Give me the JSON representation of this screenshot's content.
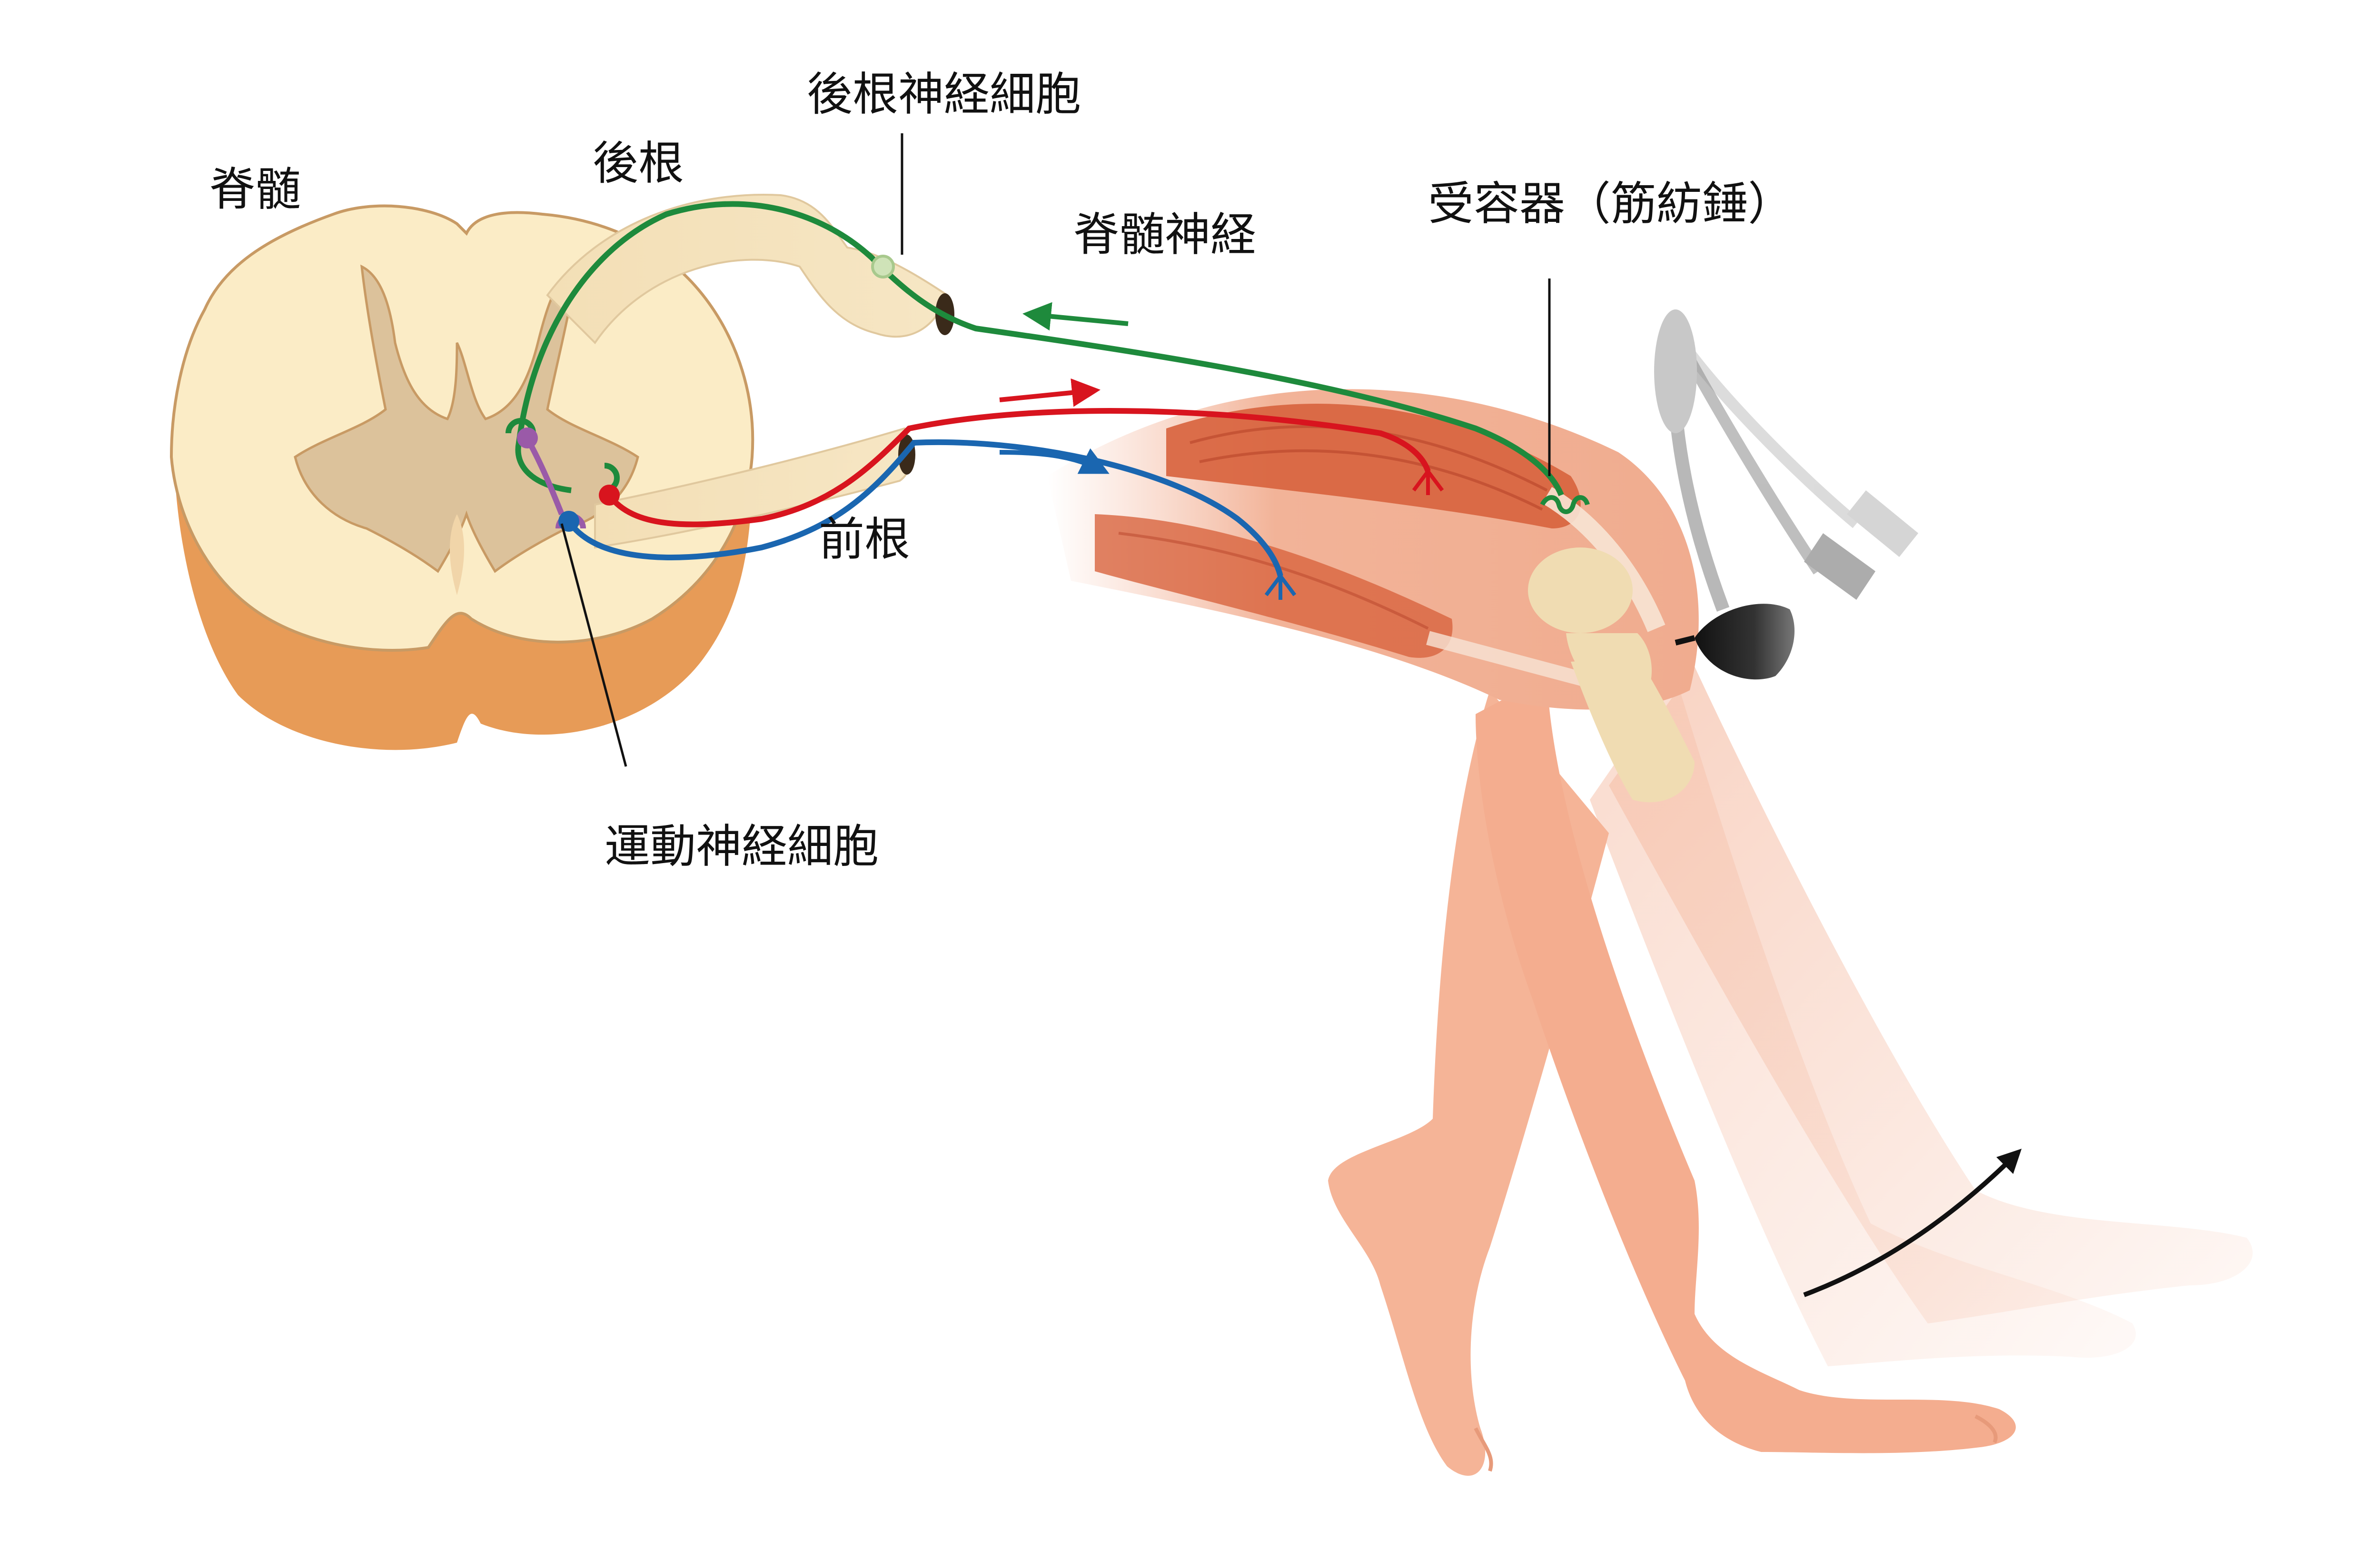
{
  "labels": {
    "spinal_cord": "脊髄",
    "dorsal_root": "後根",
    "dorsal_root_ganglion": "後根神経細胞",
    "spinal_nerve": "脊髄神経",
    "receptor": "受容器（筋紡錘）",
    "ventral_root": "前根",
    "motor_neuron": "運動神経細胞"
  },
  "colors": {
    "sensory_nerve": "#1e8a3c",
    "motor_nerve_extensor": "#d8141e",
    "motor_nerve_flexor": "#1a66b0",
    "interneuron": "#9a5aa8",
    "white_matter": "#fbecc6",
    "gray_matter": "#dcc29b",
    "cord_outer": "#e79b57",
    "skin": "#f5b497",
    "muscle": "#d8643f",
    "bone": "#f0dcb2"
  },
  "icons": {
    "hammer": "reflex-hammer-icon",
    "kick_arrow": "curved-arrow-icon"
  }
}
